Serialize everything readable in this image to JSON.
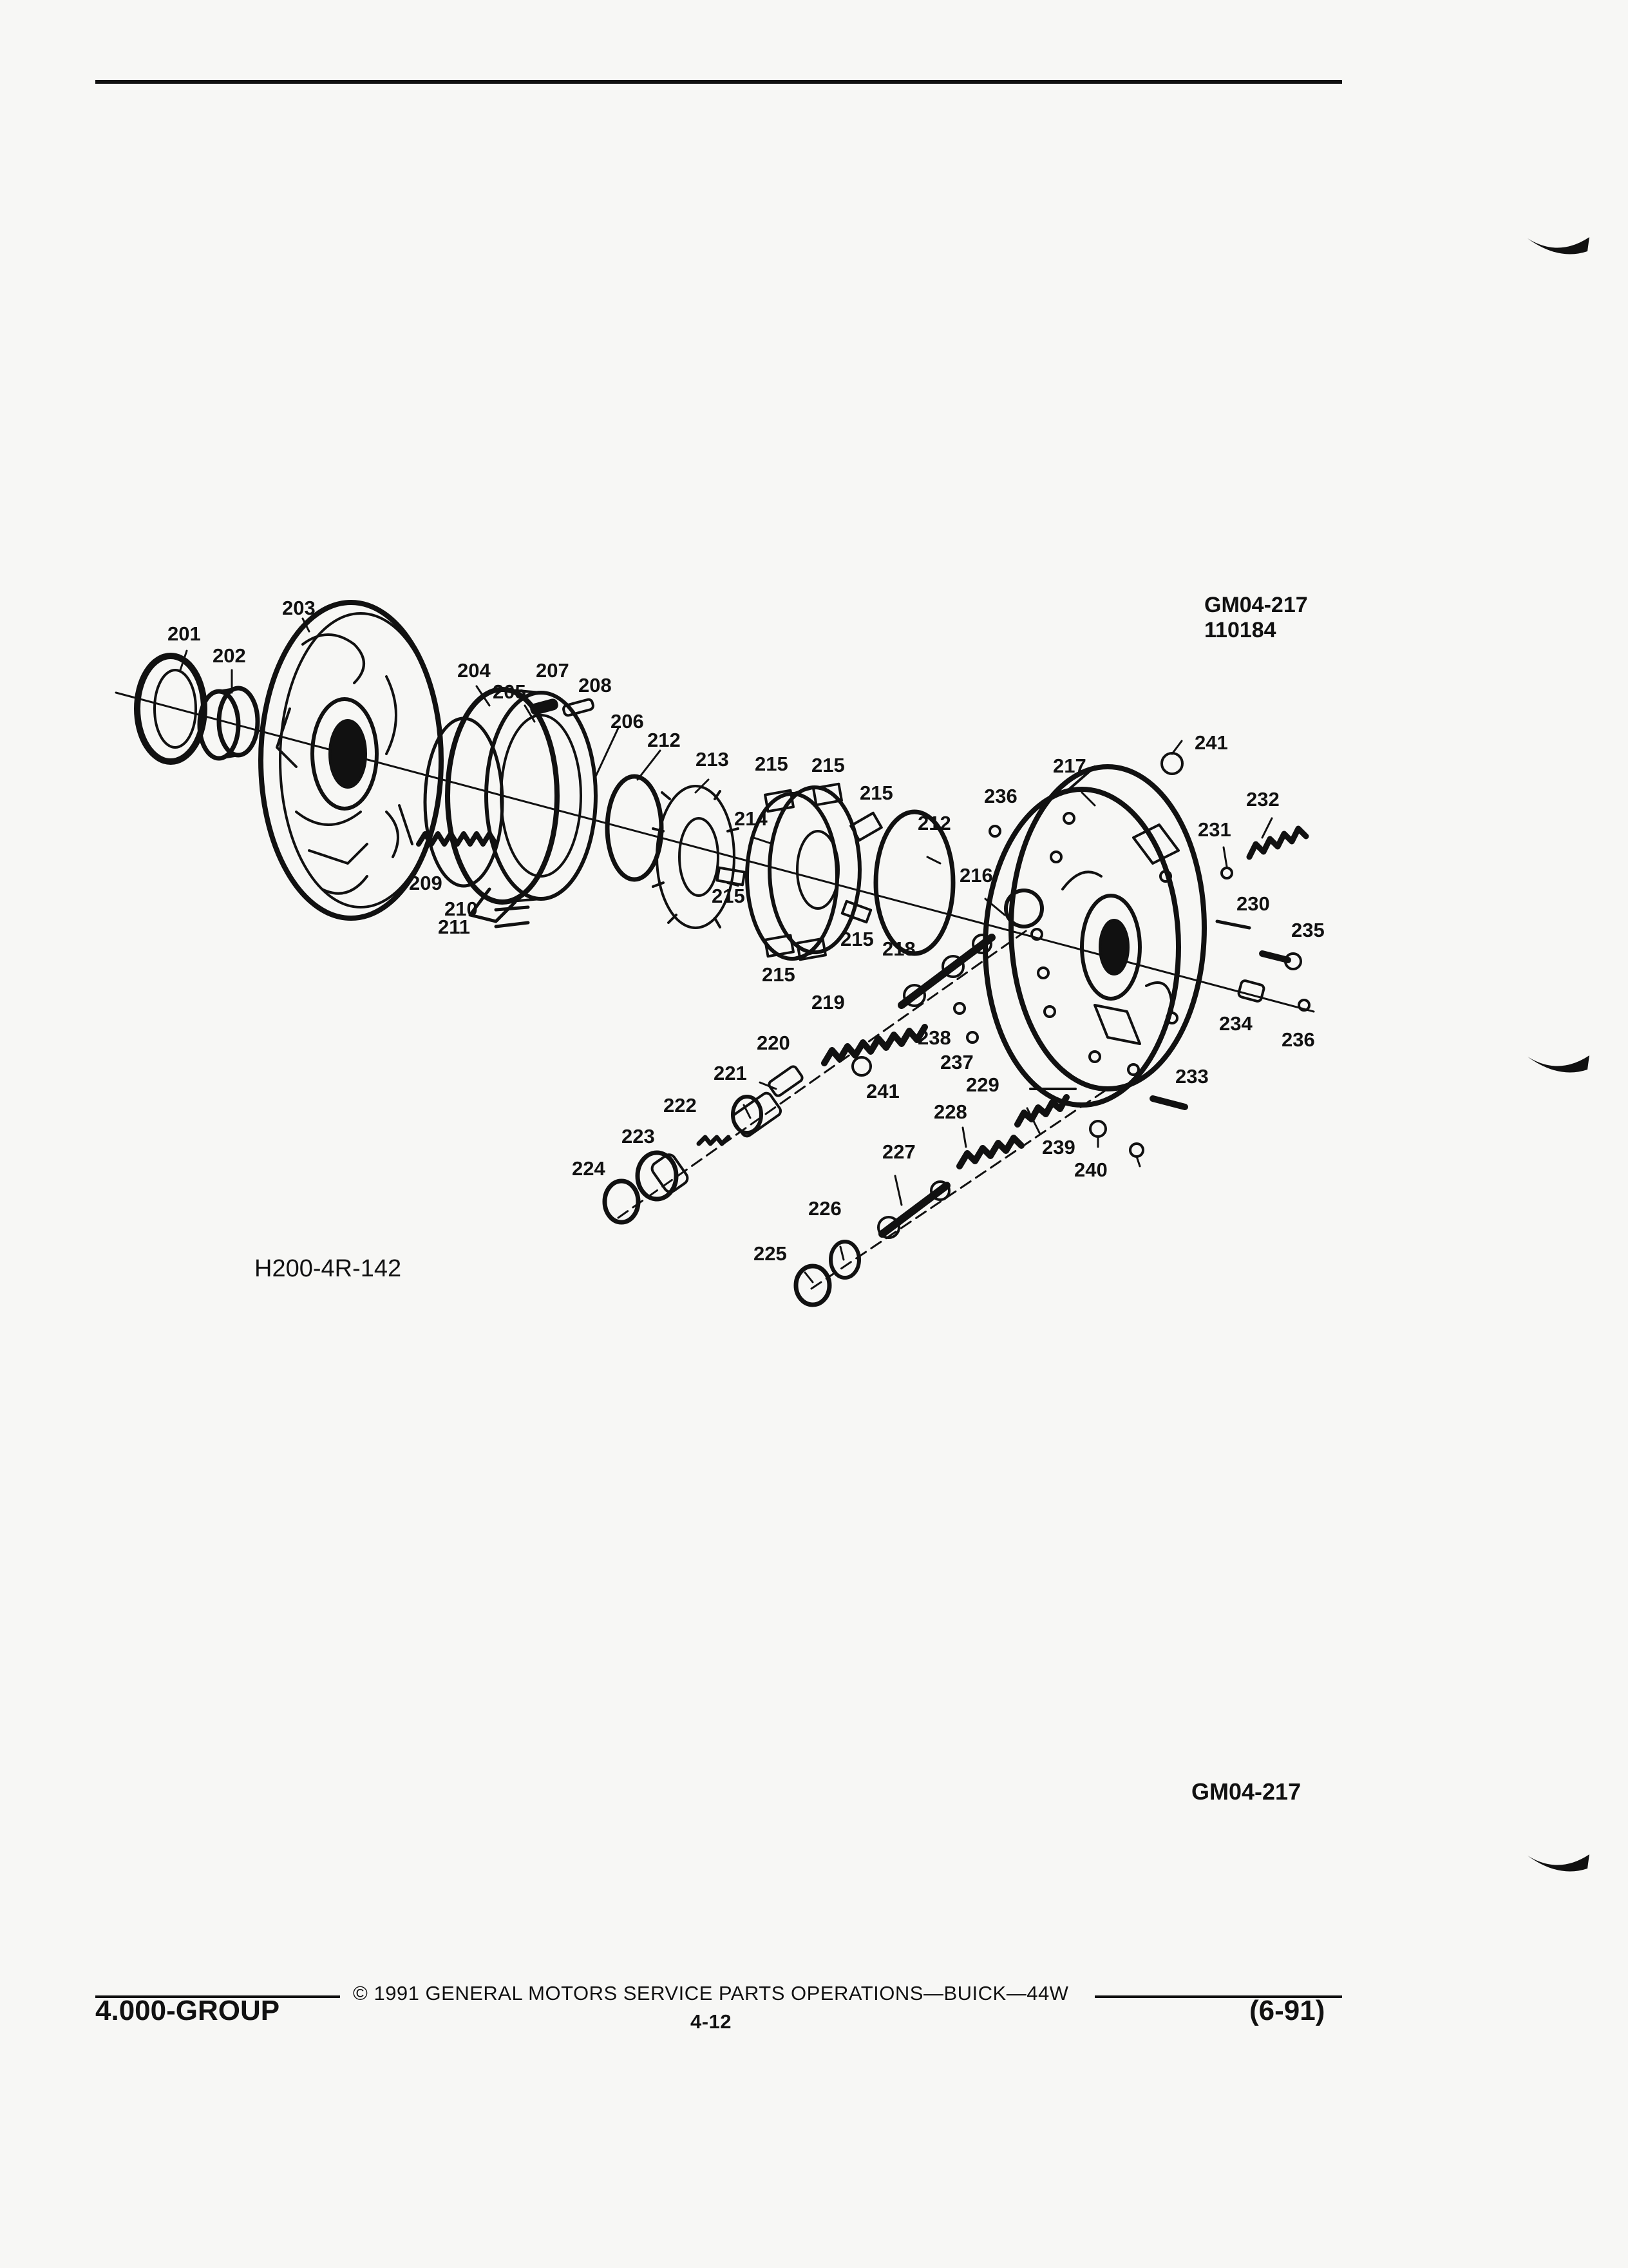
{
  "diagram": {
    "code_top": "GM04-217",
    "date_code": "110184",
    "figure_id": "H200-4R-142",
    "code_bottom": "GM04-217",
    "callouts": [
      "201",
      "202",
      "203",
      "204",
      "205",
      "206",
      "207",
      "208",
      "209",
      "210",
      "211",
      "212",
      "212",
      "213",
      "214",
      "215",
      "215",
      "215",
      "215",
      "215",
      "215",
      "215",
      "215",
      "216",
      "217",
      "218",
      "219",
      "220",
      "221",
      "222",
      "223",
      "224",
      "225",
      "226",
      "227",
      "228",
      "229",
      "230",
      "231",
      "232",
      "233",
      "234",
      "235",
      "236",
      "236",
      "237",
      "238",
      "239",
      "240",
      "241",
      "241"
    ]
  },
  "footer": {
    "group": "4.000-GROUP",
    "copyright": "© 1991 GENERAL MOTORS SERVICE PARTS OPERATIONS—BUICK—44W",
    "page_number": "4-12",
    "revision": "(6-91)"
  }
}
